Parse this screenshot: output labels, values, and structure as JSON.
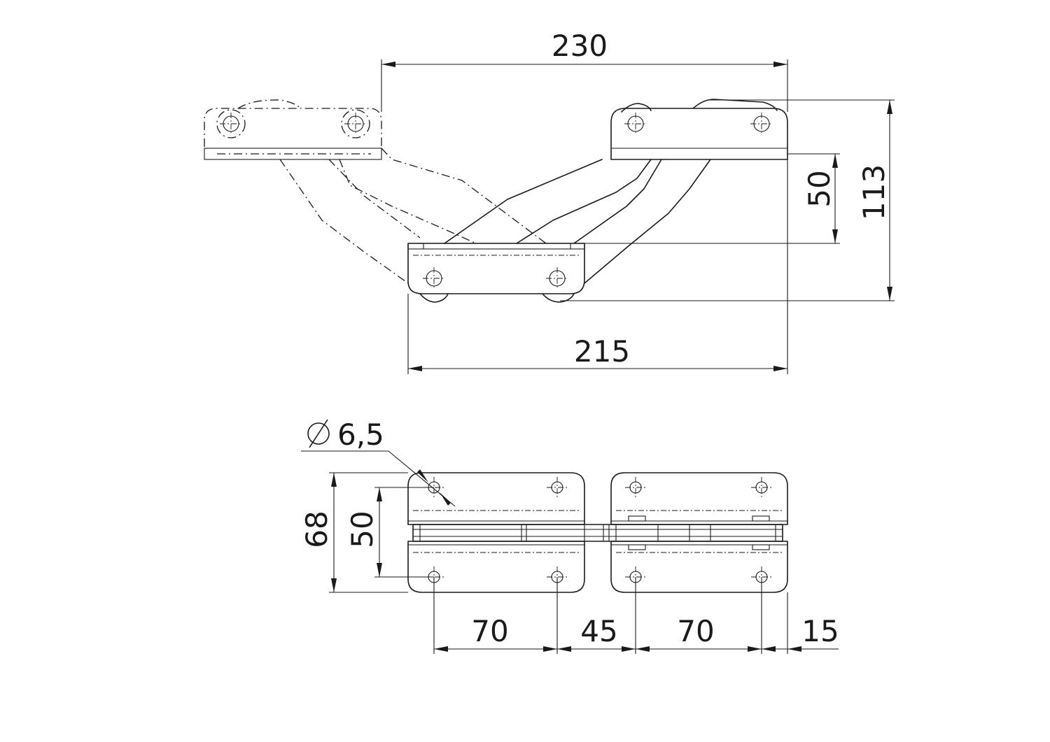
{
  "dimensions": {
    "top_width_upper": "230",
    "top_width_lower": "215",
    "top_height_inner": "50",
    "top_height_total": "113",
    "hole_diameter": "6,5",
    "bottom_height_total": "68",
    "bottom_height_holes": "50",
    "bottom_span_left": "70",
    "bottom_span_middle": "45",
    "bottom_span_right": "70",
    "bottom_edge_offset": "15"
  }
}
